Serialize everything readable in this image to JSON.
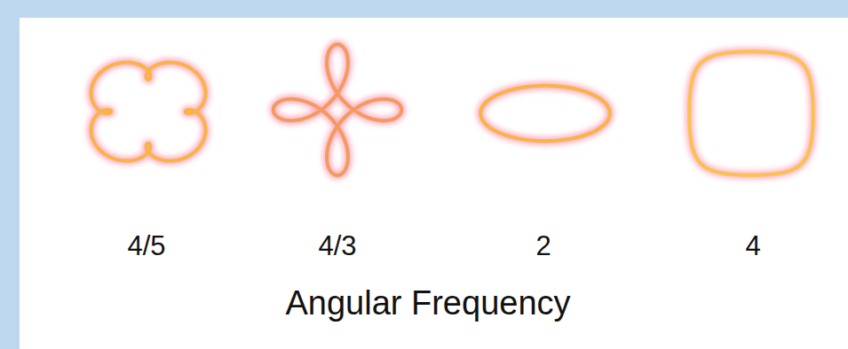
{
  "diagram": {
    "labels": [
      "4/5",
      "4/3",
      "2",
      "4",
      "Angular Frequency"
    ]
  }
}
